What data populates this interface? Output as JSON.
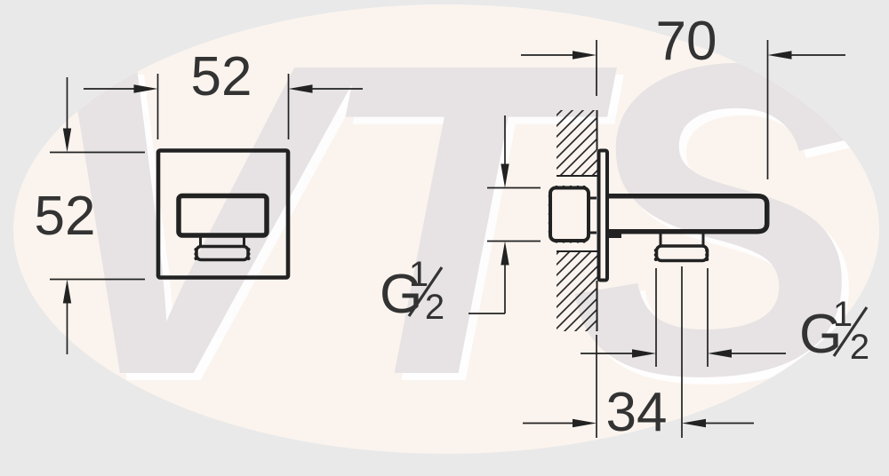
{
  "watermark": {
    "text": "VTS"
  },
  "colors": {
    "background": "#e9e9ea",
    "paper": "#fbf4ee",
    "line": "#222222",
    "watermark_letters": "#e7e3e4"
  },
  "dimensions": {
    "front_width": "52",
    "front_height": "52",
    "spout_projection": "70",
    "outlet_offset": "34",
    "inlet_thread": {
      "label": "G½",
      "prefix": "G",
      "numerator": "1",
      "denominator": "2"
    },
    "outlet_thread": {
      "label": "G½",
      "prefix": "G",
      "numerator": "1",
      "denominator": "2"
    }
  }
}
